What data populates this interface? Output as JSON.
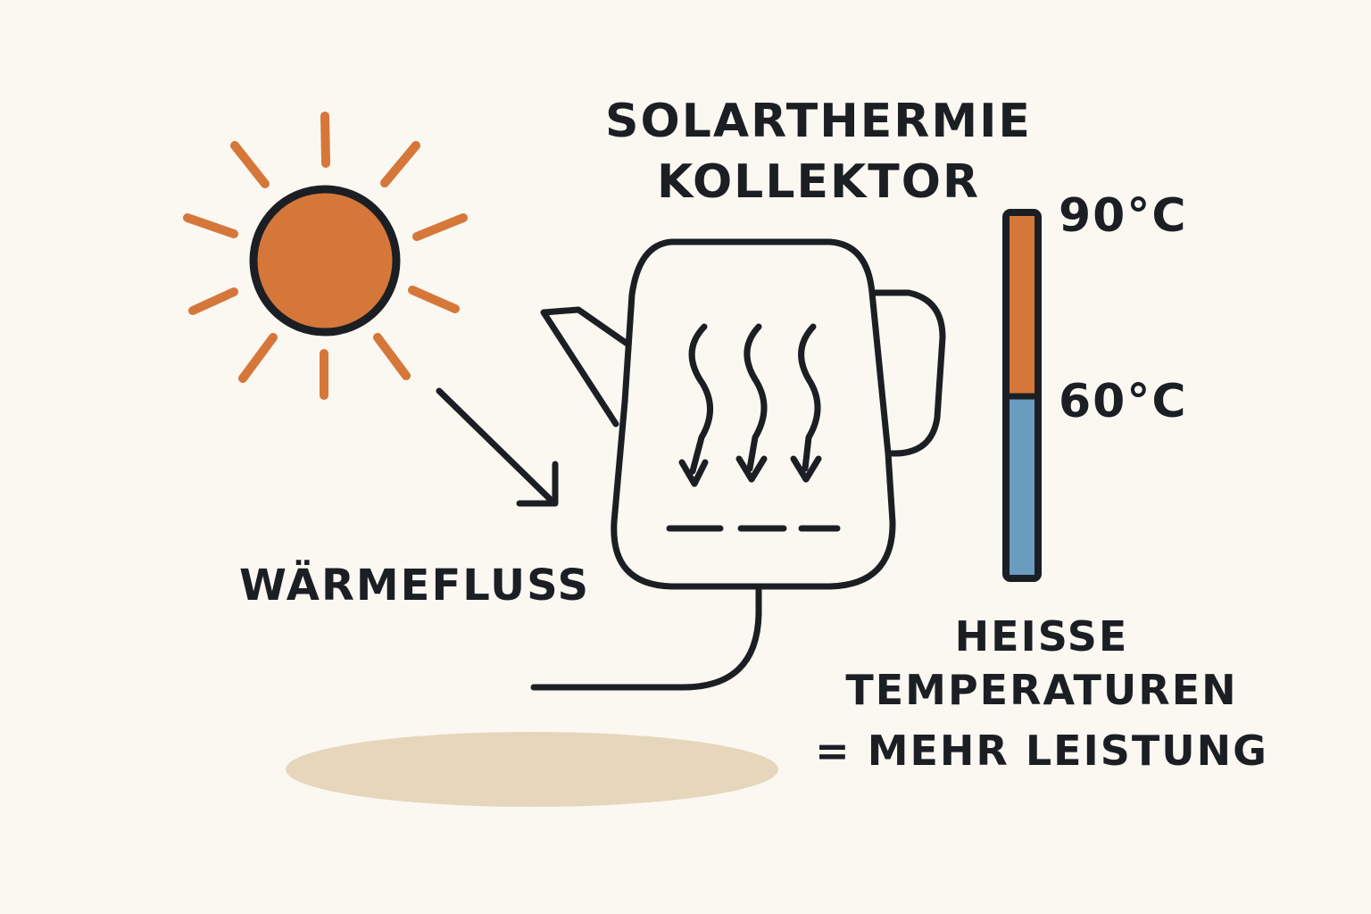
{
  "title": {
    "line1": "SOLARTHERMIE",
    "line2": "KOLLEKTOR"
  },
  "thermometer": {
    "high_label": "90°C",
    "mid_label": "60°C",
    "hot_color": "#d6773a",
    "cool_color": "#6a9cc0"
  },
  "flow_label": "WÄRMEFLUSS",
  "caption": {
    "line1": "HEISSE",
    "line2": "TEMPERATUREN",
    "line3": "= MEHR LEISTUNG"
  },
  "colors": {
    "background": "#fbf8f2",
    "sun": "#d6773a",
    "outline": "#1b1f24",
    "shadow": "#e6d6bb"
  },
  "icons": [
    "sun-icon",
    "heat-flow-arrow-icon",
    "kettle-collector-icon",
    "heat-wave-icon",
    "thermometer-icon"
  ]
}
